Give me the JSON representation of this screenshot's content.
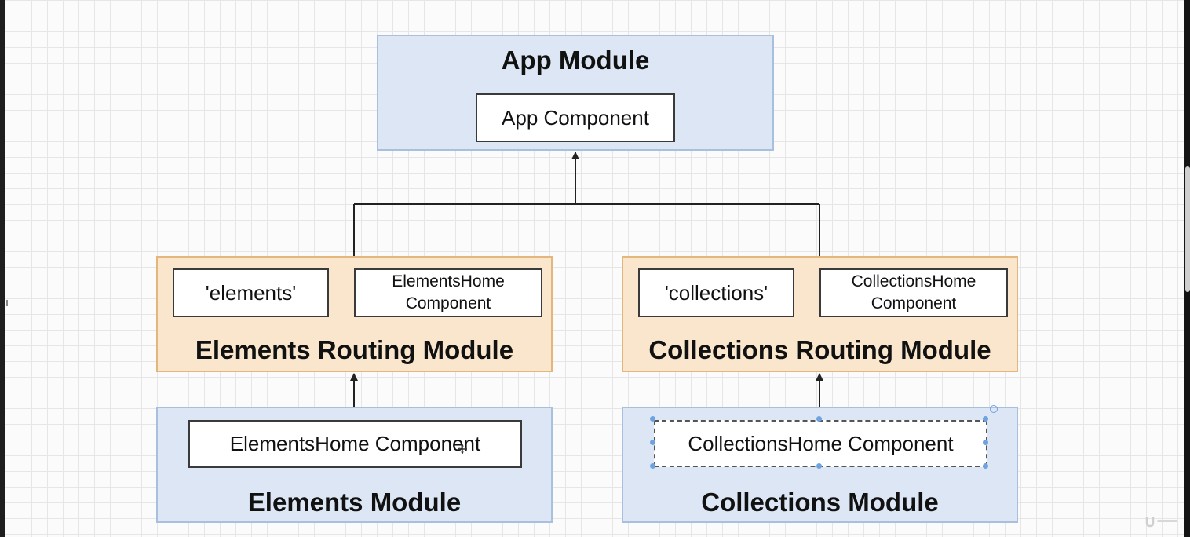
{
  "diagram": {
    "app_module": {
      "title": "App Module",
      "component": "App Component"
    },
    "elements_routing_module": {
      "title": "Elements Routing Module",
      "route": "'elements'",
      "target_line1": "ElementsHome",
      "target_line2": "Component"
    },
    "collections_routing_module": {
      "title": "Collections Routing Module",
      "route": "'collections'",
      "target_line1": "CollectionsHome",
      "target_line2": "Component"
    },
    "elements_module": {
      "title": "Elements Module",
      "component": "ElementsHome Component"
    },
    "collections_module": {
      "title": "Collections Module",
      "component": "CollectionsHome Component"
    }
  },
  "colors": {
    "module_fill": "#dce6f4",
    "module_border": "#a9bfde",
    "routing_fill": "#fae6cd",
    "routing_border": "#e3b77c",
    "selection_handle": "#6fa3e0",
    "connector": "#222222"
  },
  "icons": {
    "watermark": "udemy-logo-icon",
    "cursor": "move-cursor-icon"
  }
}
